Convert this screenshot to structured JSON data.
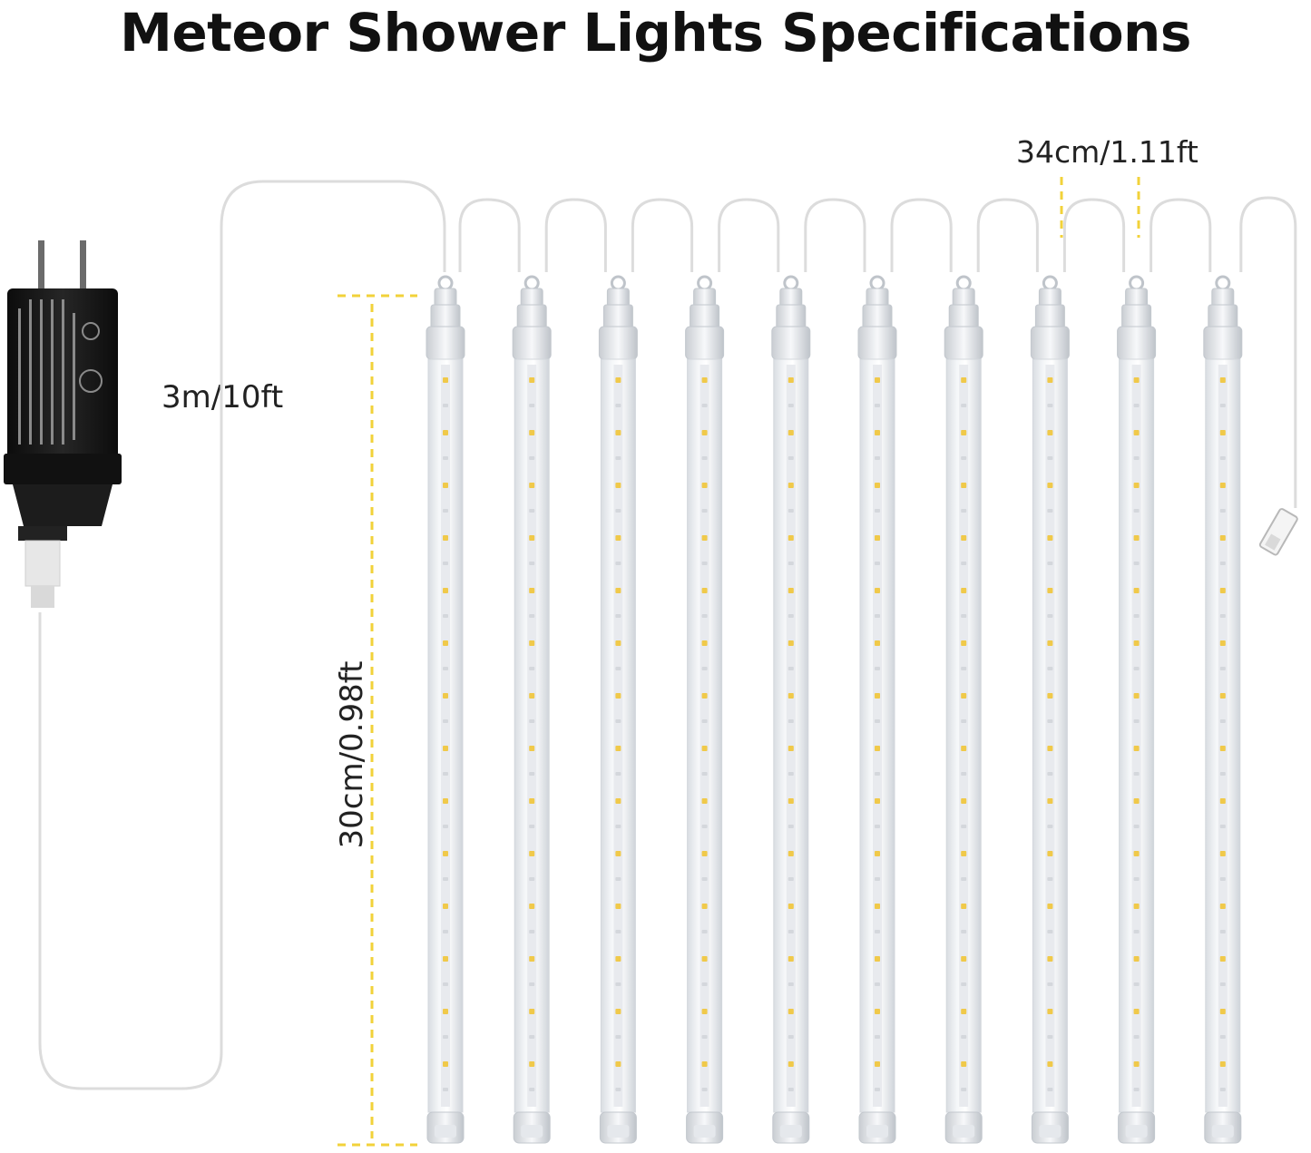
{
  "title": "Meteor Shower Lights Specifications",
  "dimensions": {
    "cord_length": "3m/10ft",
    "tube_spacing": "34cm/1.11ft",
    "tube_length": "30cm/0.98ft"
  },
  "colors": {
    "guide_line": "#f2d23a",
    "led": "#f0c94a",
    "adapter": "#1a1a1a",
    "cable": "#d8d8d8"
  },
  "tube_count": 10
}
